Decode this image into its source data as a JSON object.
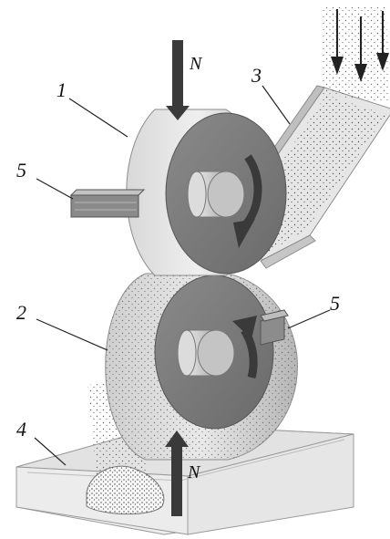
{
  "labels": {
    "roll_top": "1",
    "roll_bottom": "2",
    "chute": "3",
    "tray": "4",
    "scraper_left": "5",
    "scraper_right": "5"
  },
  "forces": {
    "top": "N",
    "bottom": "N"
  },
  "icons": [
    "down-arrow-icon",
    "up-arrow-icon",
    "rotation-arrow-icon",
    "feed-arrow-icon"
  ],
  "colors": {
    "roll_face": "#7a7a7a",
    "roll_side": "#c9c9c9",
    "arrow": "#3a3a3a",
    "chute": "#d6d6d6",
    "tray": "#e4e4e4"
  }
}
